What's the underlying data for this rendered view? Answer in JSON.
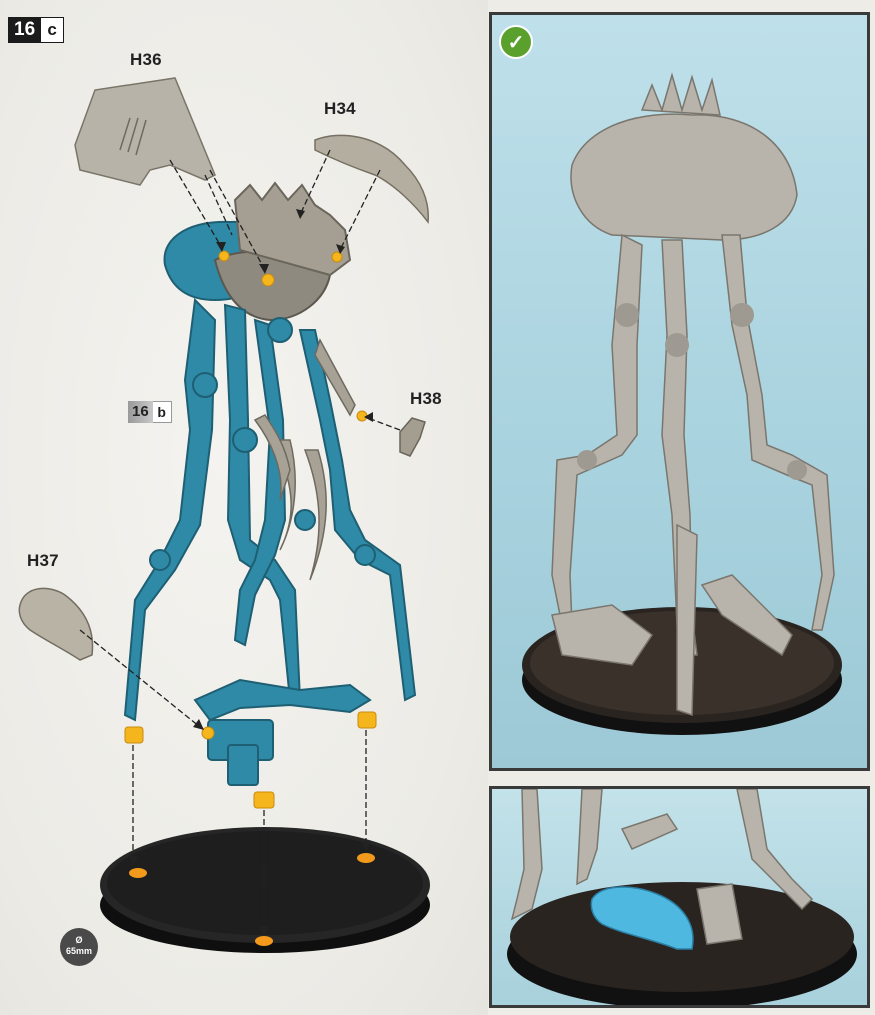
{
  "step": {
    "number": "16",
    "sub": "c"
  },
  "reference_step": {
    "number": "16",
    "sub": "b"
  },
  "parts": {
    "h36": "H36",
    "h34": "H34",
    "h38": "H38",
    "h37": "H37"
  },
  "base": {
    "diameter_symbol": "Ø",
    "diameter_value": "65mm"
  },
  "check": {
    "icon": "checkmark-icon"
  },
  "colors": {
    "new_part_grey": "#b8b3a8",
    "assembled_blue": "#2e8aa6",
    "glue_yellow": "#f5b51c",
    "base_black": "#1a1a1a",
    "panel_bg": "#a9d3df",
    "check_green": "#5aa02c"
  }
}
